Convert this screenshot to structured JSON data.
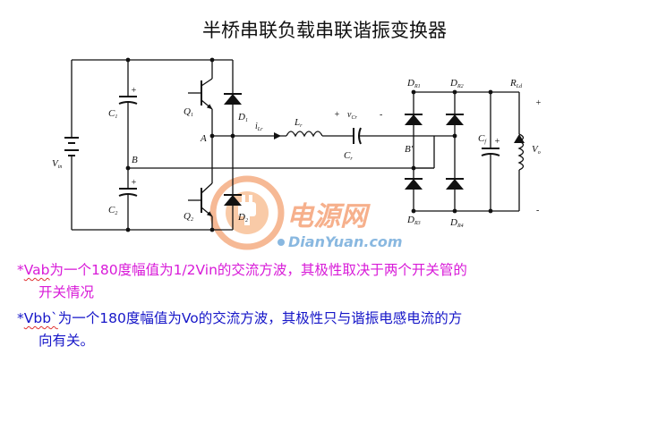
{
  "title": "半桥串联负载串联谐振变换器",
  "labels": {
    "Vin": "V",
    "Vin_sub": "in",
    "C1": "C",
    "C1_sub": "1",
    "C2": "C",
    "C2_sub": "2",
    "B": "B",
    "A": "A",
    "Bp": "B'",
    "Q1": "Q",
    "Q1_sub": "1",
    "Q2": "Q",
    "Q2_sub": "2",
    "D1": "D",
    "D1_sub": "1",
    "D2": "D",
    "D2_sub": "2",
    "iLr": "i",
    "iLr_sub": "Lr",
    "Lr": "L",
    "Lr_sub": "r",
    "vCr": "v",
    "vCr_sub": "Cr",
    "Cr": "C",
    "Cr_sub": "r",
    "plus": "+",
    "minus": "-",
    "DR1": "D",
    "DR1_sub": "R1",
    "DR2": "D",
    "DR2_sub": "R2",
    "DR3": "D",
    "DR3_sub": "R3",
    "DR4": "D",
    "DR4_sub": "R4",
    "Cf": "C",
    "Cf_sub": "f",
    "RLd": "R",
    "RLd_sub": "Ld",
    "Vo": "V",
    "Vo_sub": "o",
    "out_plus": "+",
    "out_minus": "-"
  },
  "watermark": {
    "cn": "电源网",
    "en": "DianYuan.com",
    "color_main": "#f07030"
  },
  "notes": {
    "note1": {
      "bullet": "*",
      "term": "Vab",
      "line1": "为一个180度幅值为1/2Vin的交流方波，其极性取决于两个开关管的",
      "line2": "开关情况",
      "color": "#d81ad8"
    },
    "note2": {
      "bullet": "*",
      "term": "Vbb`",
      "line1": "为一个180度幅值为Vo的交流方波，其极性只与谐振电感电流的方",
      "line2": "向有关。",
      "color": "#1616c8"
    }
  }
}
